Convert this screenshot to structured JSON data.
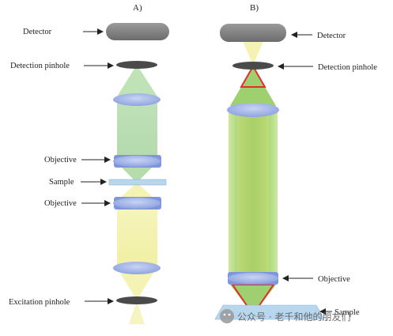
{
  "panels": {
    "a": {
      "title": "A)",
      "labels": {
        "detector": "Detector",
        "detection_pinhole": "Detection pinhole",
        "objective_top": "Objective",
        "sample": "Sample",
        "objective_bottom": "Objective",
        "excitation_pinhole": "Excitation pinhole"
      }
    },
    "b": {
      "title": "B)",
      "labels": {
        "detector": "Detector",
        "detection_pinhole": "Detection pinhole",
        "objective": "Objective",
        "sample": "Sample"
      }
    }
  },
  "watermark": "公众号 · 老千和他的朋友们",
  "colors": {
    "detector": "#7d7d7d",
    "pinhole": "#4a4a4a",
    "green_beam": "#a9d6a1",
    "yellow_beam": "#f3f1a2",
    "lens": "#9fb2e8",
    "sample_plate": "#b8d6ee",
    "excitation_red": "#e0302a"
  }
}
